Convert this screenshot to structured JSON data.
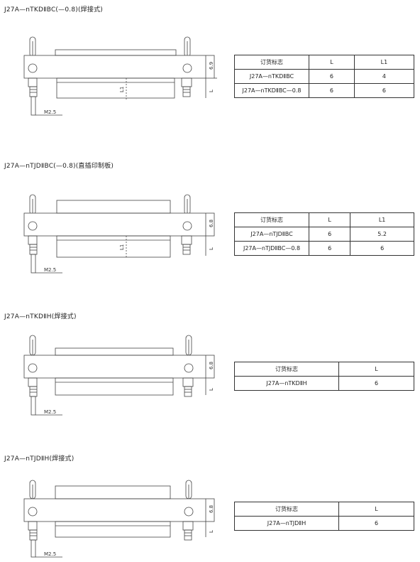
{
  "sections": [
    {
      "title": "J27A—nTKDⅡBC(—0.8)(焊接式)",
      "dims": {
        "height": "6.9",
        "L": "L",
        "L1": "L1",
        "thread": "M2.5"
      },
      "table": {
        "headers": [
          "订货标志",
          "L",
          "L1"
        ],
        "rows": [
          [
            "J27A—nTKDⅡBC",
            "6",
            "4"
          ],
          [
            "J27A—nTKDⅡBC—0.8",
            "6",
            "6"
          ]
        ]
      }
    },
    {
      "title": "J27A—nTJDⅡBC(—0.8)(直插印制板)",
      "dims": {
        "height": "6.8",
        "L": "L",
        "L1": "L1",
        "thread": "M2.5"
      },
      "table": {
        "headers": [
          "订货标志",
          "L",
          "L1"
        ],
        "rows": [
          [
            "J27A—nTJDⅡBC",
            "6",
            "5.2"
          ],
          [
            "J27A—nTJDⅡBC—0.8",
            "6",
            "6"
          ]
        ]
      }
    },
    {
      "title": "J27A—nTKDⅡH(焊接式)",
      "dims": {
        "height": "6.8",
        "L": "L",
        "thread": "M2.5"
      },
      "table": {
        "headers": [
          "订货标志",
          "L"
        ],
        "rows": [
          [
            "J27A—nTKDⅡH",
            "6"
          ]
        ]
      }
    },
    {
      "title": "J27A—nTJDⅡH(焊接式)",
      "dims": {
        "height": "6.8",
        "L": "L",
        "thread": "M2.5"
      },
      "table": {
        "headers": [
          "订货标志",
          "L"
        ],
        "rows": [
          [
            "J27A—nTJDⅡH",
            "6"
          ]
        ]
      }
    }
  ]
}
